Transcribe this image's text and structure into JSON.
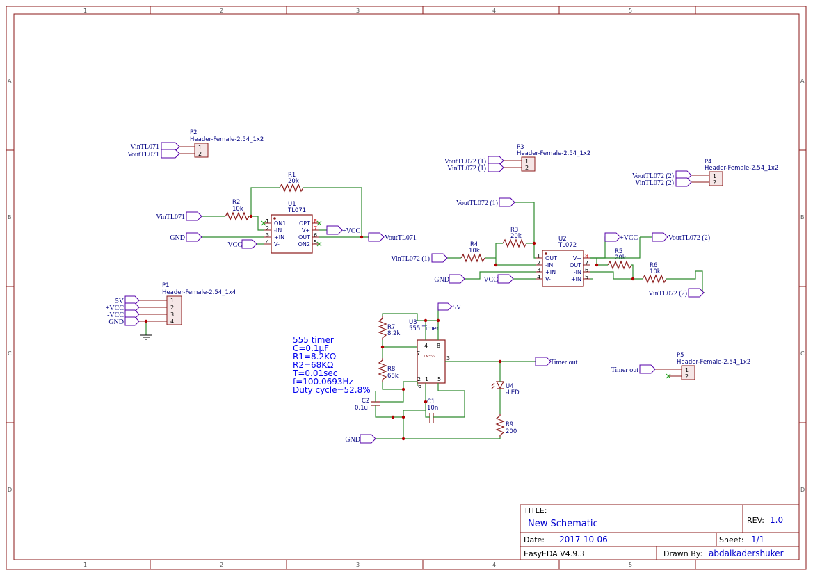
{
  "frame": {
    "columns": [
      "1",
      "2",
      "3",
      "4",
      "5"
    ],
    "rows": [
      "A",
      "B",
      "C",
      "D"
    ]
  },
  "title_block": {
    "title_label": "TITLE:",
    "title": "New Schematic",
    "rev_label": "REV:",
    "rev": "1.0",
    "date_label": "Date:",
    "date": "2017-10-06",
    "sheet_label": "Sheet:",
    "sheet": "1/1",
    "tool": "EasyEDA V4.9.3",
    "drawn_by_label": "Drawn By:",
    "drawn_by": "abdalkadershuker"
  },
  "headers": {
    "p1": {
      "ref": "P1",
      "value": "Header-Female-2.54_1x4",
      "pins": [
        "1",
        "2",
        "3",
        "4"
      ],
      "nets": [
        "5V",
        "+VCC",
        "-VCC",
        "GND"
      ]
    },
    "p2": {
      "ref": "P2",
      "value": "Header-Female-2.54_1x2",
      "pins": [
        "1",
        "2"
      ],
      "nets": [
        "VinTL071",
        "VoutTL071"
      ]
    },
    "p3": {
      "ref": "P3",
      "value": "Header-Female-2.54_1x2",
      "pins": [
        "1",
        "2"
      ],
      "nets": [
        "VoutTL072 (1)",
        "VinTL072 (1)"
      ]
    },
    "p4": {
      "ref": "P4",
      "value": "Header-Female-2.54_1x2",
      "pins": [
        "1",
        "2"
      ],
      "nets": [
        "VoutTL072 (2)",
        "VinTL072 (2)"
      ]
    },
    "p5": {
      "ref": "P5",
      "value": "Header-Female-2.54_1x2",
      "pins": [
        "1",
        "2"
      ],
      "nets": [
        "Timer out"
      ]
    }
  },
  "u1": {
    "ref": "U1",
    "value": "TL071",
    "left_pins": [
      {
        "num": "1",
        "label": "ON1"
      },
      {
        "num": "2",
        "label": "-IN"
      },
      {
        "num": "3",
        "label": "+IN"
      },
      {
        "num": "4",
        "label": "V-"
      }
    ],
    "right_pins": [
      {
        "num": "8",
        "label": "OPT"
      },
      {
        "num": "7",
        "label": "V+"
      },
      {
        "num": "6",
        "label": "OUT"
      },
      {
        "num": "5",
        "label": "ON2"
      }
    ],
    "nets": {
      "in": "VinTL071",
      "gnd": "GND",
      "vneg": "-VCC",
      "vpos": "+VCC",
      "out": "VoutTL071"
    }
  },
  "u2": {
    "ref": "U2",
    "value": "TL072",
    "left_pins": [
      {
        "num": "1",
        "label": "OUT"
      },
      {
        "num": "2",
        "label": "-IN"
      },
      {
        "num": "3",
        "label": "+IN"
      },
      {
        "num": "4",
        "label": "V-"
      }
    ],
    "right_pins": [
      {
        "num": "8",
        "label": "V+"
      },
      {
        "num": "7",
        "label": "OUT"
      },
      {
        "num": "6",
        "label": "-IN"
      },
      {
        "num": "5",
        "label": "+IN"
      }
    ],
    "nets": {
      "out1": "VoutTL072 (1)",
      "in1": "VinTL072 (1)",
      "gnd": "GND",
      "vneg": "-VCC",
      "vpos": "+VCC",
      "out2": "VoutTL072 (2)",
      "in2": "VinTL072 (2)"
    }
  },
  "u3": {
    "ref": "U3",
    "value": "555 Timer",
    "chip": "LM555",
    "pins": [
      "4",
      "8",
      "7",
      "6",
      "3",
      "2",
      "1",
      "5"
    ],
    "nets": {
      "vcc": "5V",
      "out": "Timer out",
      "gnd": "GND"
    }
  },
  "resistors": {
    "r1": {
      "ref": "R1",
      "value": "20k"
    },
    "r2": {
      "ref": "R2",
      "value": "10k"
    },
    "r3": {
      "ref": "R3",
      "value": "20k"
    },
    "r4": {
      "ref": "R4",
      "value": "10k"
    },
    "r5": {
      "ref": "R5",
      "value": "20k"
    },
    "r6": {
      "ref": "R6",
      "value": "10k"
    },
    "r7": {
      "ref": "R7",
      "value": "8.2k"
    },
    "r8": {
      "ref": "R8",
      "value": "68k"
    },
    "r9": {
      "ref": "R9",
      "value": "200"
    }
  },
  "capacitors": {
    "c1": {
      "ref": "C1",
      "value": "10n"
    },
    "c2": {
      "ref": "C2",
      "value": "0.1u"
    }
  },
  "led": {
    "ref": "U4",
    "value": "-LED"
  },
  "note": [
    "555 timer",
    "C=0.1µF",
    "R1=8.2KΩ",
    "R2=68KΩ",
    "T=0.01sec",
    "f=100.0693Hz",
    "Duty cycle=52.8%"
  ]
}
